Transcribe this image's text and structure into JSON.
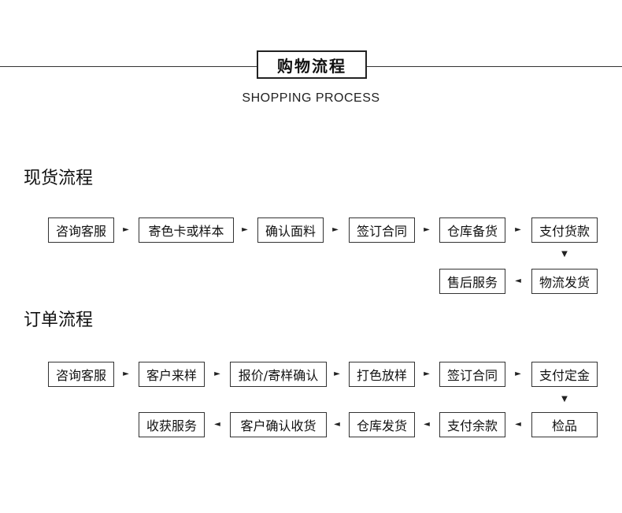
{
  "header": {
    "title": "购物流程",
    "subtitle": "SHOPPING PROCESS"
  },
  "flow_stock": {
    "title": "现货流程",
    "row1": [
      "咨询客服",
      "寄色卡或样本",
      "确认面料",
      "签订合同",
      "仓库备货",
      "支付货款"
    ],
    "row2": [
      "售后服务",
      "物流发货"
    ]
  },
  "flow_order": {
    "title": "订单流程",
    "row1": [
      "咨询客服",
      "客户来样",
      "报价/寄样确认",
      "打色放样",
      "签订合同",
      "支付定金"
    ],
    "row2": [
      "收获服务",
      "客户确认收货",
      "仓库发货",
      "支付余款",
      "检品"
    ]
  },
  "arrows": {
    "right": "►",
    "left": "◄",
    "down": "▼"
  }
}
